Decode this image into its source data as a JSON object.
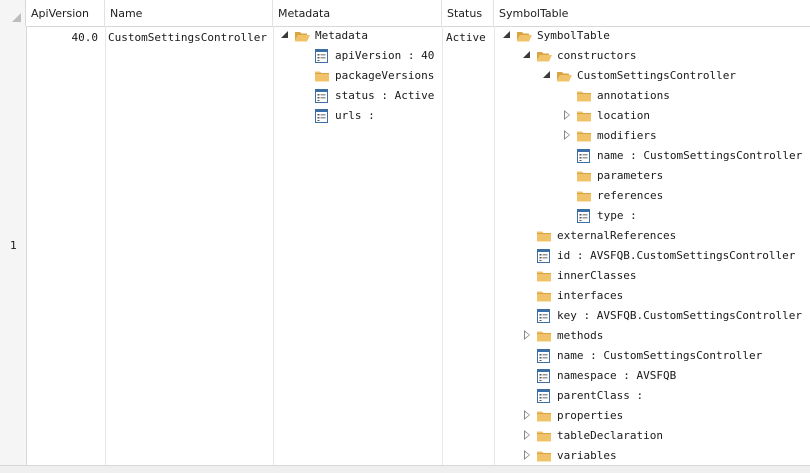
{
  "grid": {
    "columns": [
      "ApiVersion",
      "Name",
      "Metadata",
      "Status",
      "SymbolTable"
    ],
    "row": {
      "number": "1",
      "api_version": "40.0",
      "name": "CustomSettingsController",
      "status": "Active"
    }
  },
  "metadata_tree": [
    {
      "label": "Metadata",
      "kind": "folder-open",
      "expander": "open",
      "depth": 0
    },
    {
      "label": "apiVersion : 40",
      "kind": "property",
      "expander": "none",
      "depth": 1
    },
    {
      "label": "packageVersions",
      "kind": "folder",
      "expander": "none",
      "depth": 1
    },
    {
      "label": "status : Active",
      "kind": "property",
      "expander": "none",
      "depth": 1
    },
    {
      "label": "urls :",
      "kind": "property",
      "expander": "none",
      "depth": 1
    }
  ],
  "symbol_tree": [
    {
      "label": "SymbolTable",
      "kind": "folder-open",
      "expander": "open",
      "depth": 0
    },
    {
      "label": "constructors",
      "kind": "folder-open",
      "expander": "open",
      "depth": 1
    },
    {
      "label": "CustomSettingsController",
      "kind": "folder-open",
      "expander": "open",
      "depth": 2
    },
    {
      "label": "annotations",
      "kind": "folder",
      "expander": "none",
      "depth": 3
    },
    {
      "label": "location",
      "kind": "folder",
      "expander": "closed",
      "depth": 3
    },
    {
      "label": "modifiers",
      "kind": "folder",
      "expander": "closed",
      "depth": 3
    },
    {
      "label": "name : CustomSettingsController",
      "kind": "property",
      "expander": "none",
      "depth": 3
    },
    {
      "label": "parameters",
      "kind": "folder",
      "expander": "none",
      "depth": 3
    },
    {
      "label": "references",
      "kind": "folder",
      "expander": "none",
      "depth": 3
    },
    {
      "label": "type :",
      "kind": "property",
      "expander": "none",
      "depth": 3
    },
    {
      "label": "externalReferences",
      "kind": "folder",
      "expander": "none",
      "depth": 1
    },
    {
      "label": "id : AVSFQB.CustomSettingsController",
      "kind": "property",
      "expander": "none",
      "depth": 1
    },
    {
      "label": "innerClasses",
      "kind": "folder",
      "expander": "none",
      "depth": 1
    },
    {
      "label": "interfaces",
      "kind": "folder",
      "expander": "none",
      "depth": 1
    },
    {
      "label": "key : AVSFQB.CustomSettingsController",
      "kind": "property",
      "expander": "none",
      "depth": 1
    },
    {
      "label": "methods",
      "kind": "folder",
      "expander": "closed",
      "depth": 1
    },
    {
      "label": "name : CustomSettingsController",
      "kind": "property",
      "expander": "none",
      "depth": 1
    },
    {
      "label": "namespace : AVSFQB",
      "kind": "property",
      "expander": "none",
      "depth": 1
    },
    {
      "label": "parentClass :",
      "kind": "property",
      "expander": "none",
      "depth": 1
    },
    {
      "label": "properties",
      "kind": "folder",
      "expander": "closed",
      "depth": 1
    },
    {
      "label": "tableDeclaration",
      "kind": "folder",
      "expander": "closed",
      "depth": 1
    },
    {
      "label": "variables",
      "kind": "folder",
      "expander": "closed",
      "depth": 1
    }
  ],
  "colors": {
    "folder": "#f0c36a",
    "folder_dark": "#d9a441",
    "property_border": "#3b6ea5",
    "grid_line": "#e2e2e2",
    "header_bg": "#f5f5f5"
  }
}
